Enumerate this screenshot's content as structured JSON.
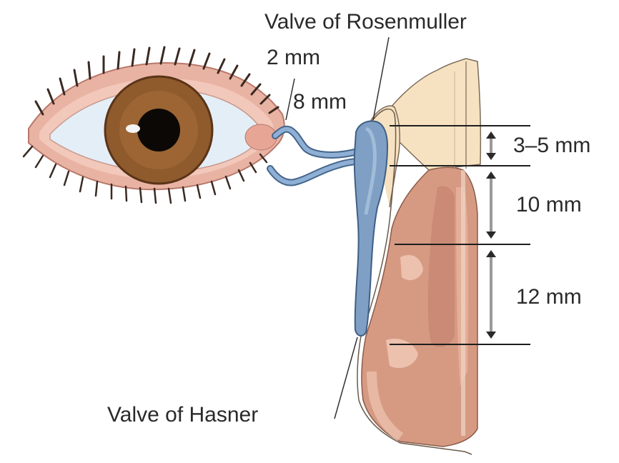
{
  "labels": {
    "valve_rosenmuller": "Valve of Rosenmuller",
    "canaliculus_vertical": "2 mm",
    "canaliculus_horizontal": "8 mm",
    "valve_hasner": "Valve of Hasner"
  },
  "measurements": {
    "sac_fundus": "3–5 mm",
    "sac_body": "10 mm",
    "duct": "12 mm"
  },
  "colors": {
    "skin": "#e9b3a3",
    "bone": "#f6e2c1",
    "nasal_mucosa": "#d69a83",
    "duct": "#7f9fc4",
    "iris": "#8f5a2c",
    "sclera": "#e4eef7"
  }
}
